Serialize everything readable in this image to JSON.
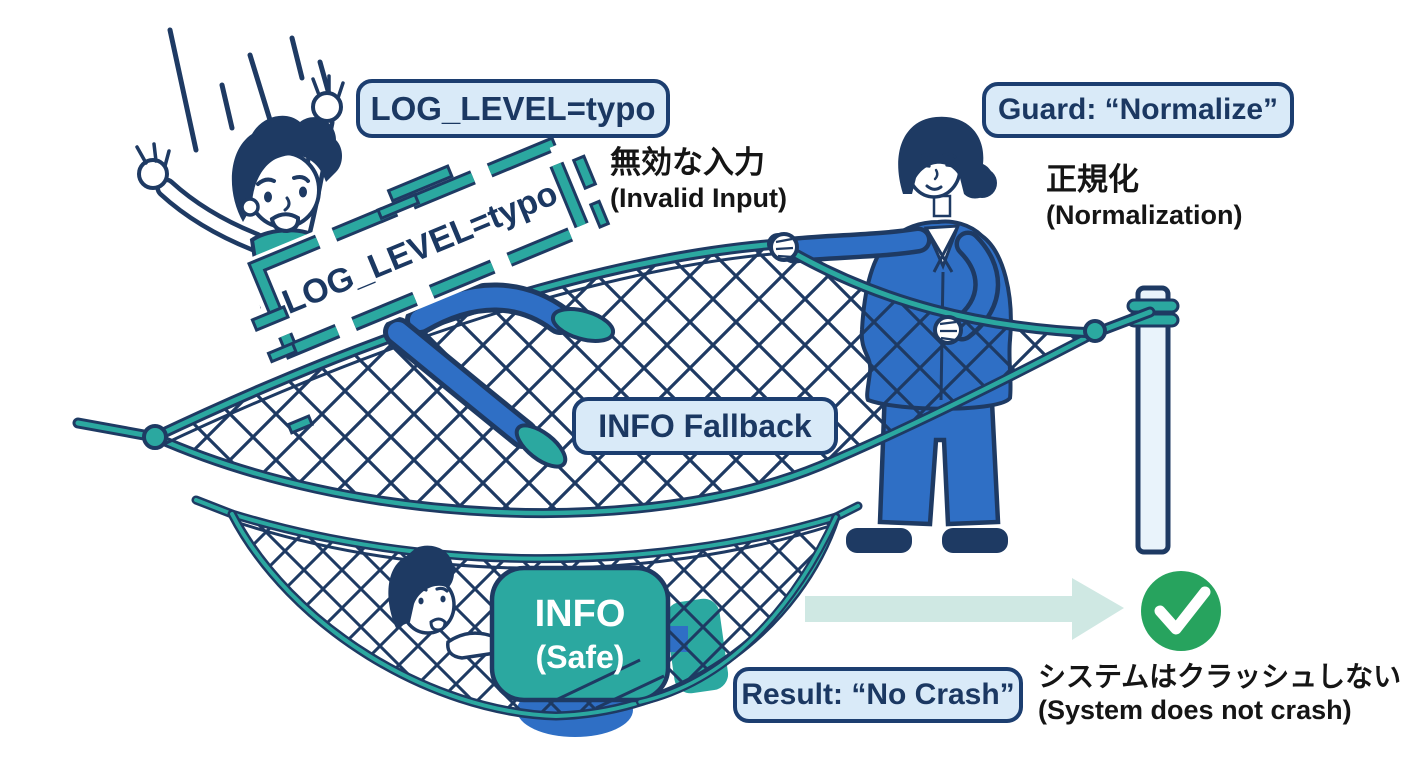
{
  "colors": {
    "navy": "#1e3a63",
    "teal": "#2ba8a0",
    "figure_blue": "#2f6fc5",
    "badge_bg": "#d9eaf8",
    "badge_border": "#1c3e70",
    "badge_text": "#1b3862",
    "annotation_text": "#151515",
    "arrow_teal": "#cfe8e3",
    "success_green": "#27a35e",
    "pole_fill": "#e9f3fb",
    "white": "#ffffff"
  },
  "icons": {
    "success_check": "✓",
    "flow_arrow": "→",
    "speed_lines": "falling motion lines"
  },
  "scene": {
    "invalid_badge": {
      "label": "LOG_LEVEL=typo"
    },
    "sign": {
      "label": "LOG_LEVEL=typo"
    },
    "invalid_annotation": {
      "jp": "無効な入力",
      "en": "(Invalid Input)"
    },
    "guard_badge": {
      "label": "Guard: “Normalize”"
    },
    "guard_annotation": {
      "jp": "正規化",
      "en": "(Normalization)"
    },
    "fallback_badge": {
      "label": "INFO Fallback"
    },
    "safe_box": {
      "line1": "INFO",
      "line2": "(Safe)"
    },
    "result_badge": {
      "label": "Result: “No Crash”"
    },
    "result_annotation": {
      "jp": "システムはクラッシュしない",
      "en": "(System does not crash)"
    }
  }
}
